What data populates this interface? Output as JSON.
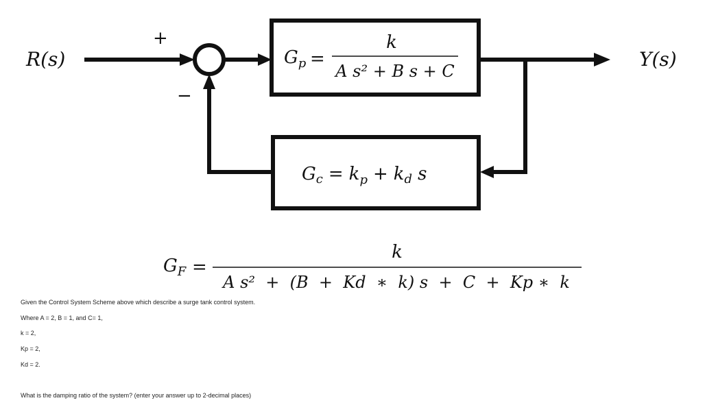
{
  "diagram": {
    "input_label": "R(s)",
    "output_label": "Y(s)",
    "plus_sign": "+",
    "minus_sign": "−",
    "plant": {
      "lhs": "G",
      "sub": "p",
      "eq": "=",
      "numerator": "k",
      "denominator": "A s² + B s + C"
    },
    "controller": {
      "lhs": "G",
      "sub": "c",
      "eq": "=",
      "rhs_k": "k",
      "rhs_p": "p",
      "plus": "+",
      "rhs_kd": "k",
      "rhs_d": "d",
      "rhs_s": "s"
    }
  },
  "closed_loop": {
    "lhs": "G",
    "sub": "F",
    "eq": "=",
    "numerator": "k",
    "denominator": "A s²  +  (B  +  Kd  ∗  k) s  +  C  +  Kp ∗  k"
  },
  "question": {
    "line1": "Given the Control System Scheme above which describe a surge tank control system.",
    "line2": "Where A = 2, B = 1, and C= 1,",
    "line3": "k = 2,",
    "line4": "Kp = 2,",
    "line5": "Kd = 2.",
    "line6": "What is the damping ratio of the system? (enter your answer up to 2-decimal places)"
  }
}
